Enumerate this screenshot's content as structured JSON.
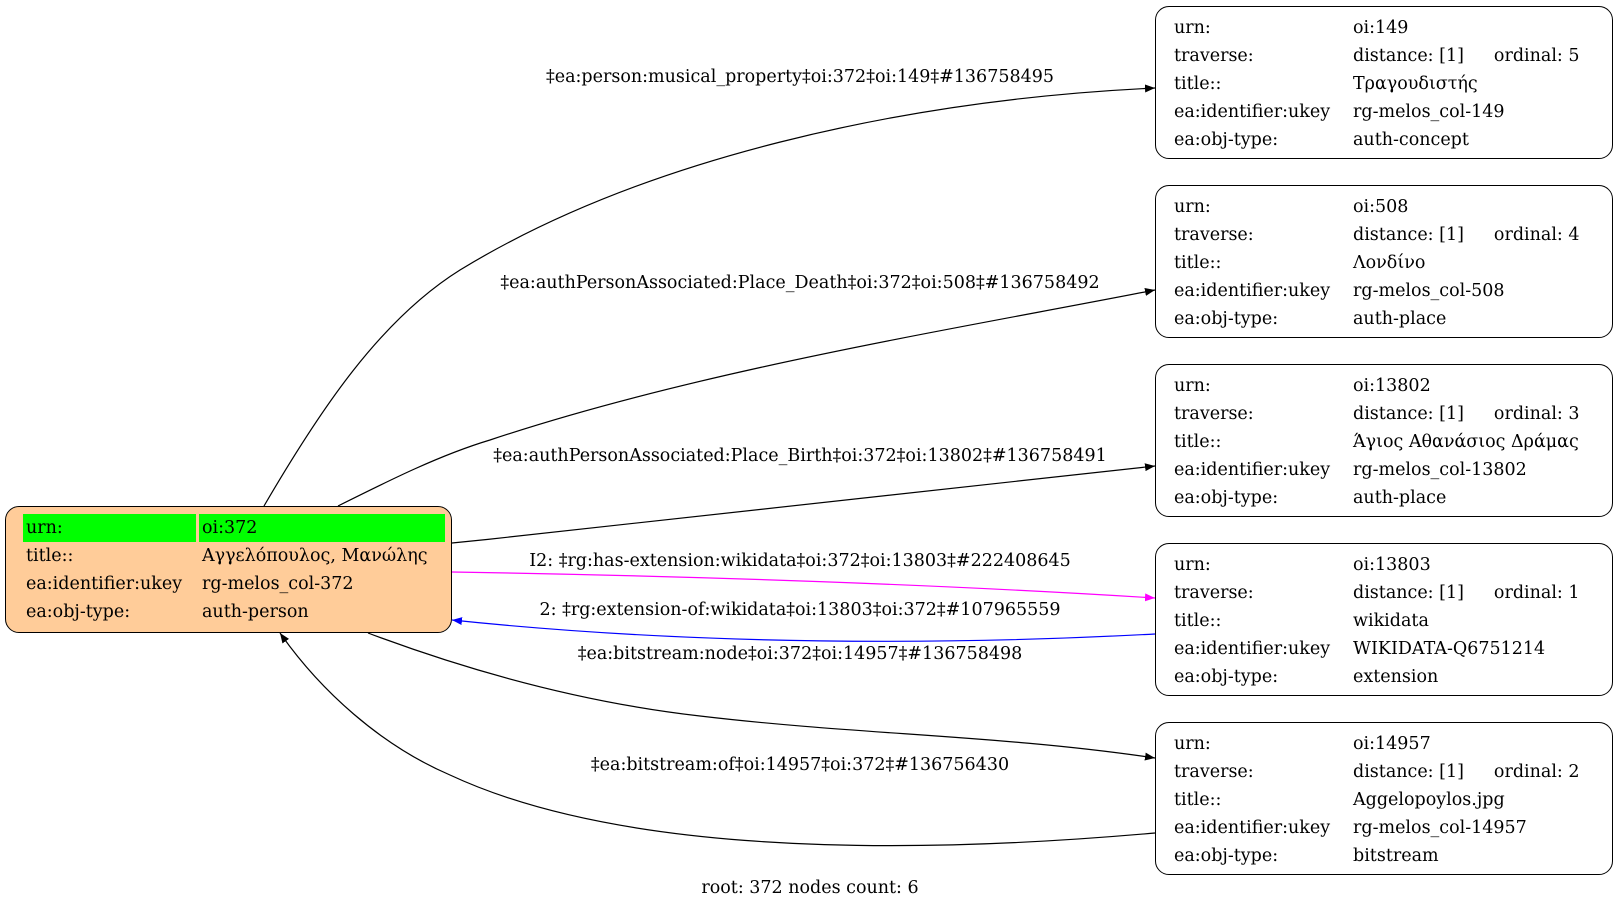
{
  "root_node": {
    "rows": [
      {
        "key": "urn:",
        "value": "oi:372"
      },
      {
        "key": "title::",
        "value": "Αγγελόπουλος, Μανώλης"
      },
      {
        "key": "ea:identifier:ukey",
        "value": "rg-melos_col-372"
      },
      {
        "key": "ea:obj-type:",
        "value": "auth-person"
      }
    ],
    "fill": "#ffcc99",
    "highlight": "#00ff00"
  },
  "nodes": [
    {
      "urn": "oi:149",
      "distance": "distance: [1]",
      "ordinal": "ordinal: 5",
      "title": "Τραγουδιστής",
      "ukey": "rg-melos_col-149",
      "obj_type": "auth-concept"
    },
    {
      "urn": "oi:508",
      "distance": "distance: [1]",
      "ordinal": "ordinal: 4",
      "title": "Λονδίνο",
      "ukey": "rg-melos_col-508",
      "obj_type": "auth-place"
    },
    {
      "urn": "oi:13802",
      "distance": "distance: [1]",
      "ordinal": "ordinal: 3",
      "title": "Άγιος Αθανάσιος Δράμας",
      "ukey": "rg-melos_col-13802",
      "obj_type": "auth-place"
    },
    {
      "urn": "oi:13803",
      "distance": "distance: [1]",
      "ordinal": "ordinal: 1",
      "title": "wikidata",
      "ukey": "WIKIDATA-Q6751214",
      "obj_type": "extension"
    },
    {
      "urn": "oi:14957",
      "distance": "distance: [1]",
      "ordinal": "ordinal: 2",
      "title": "Aggelopoylos.jpg",
      "ukey": "rg-melos_col-14957",
      "obj_type": "bitstream"
    }
  ],
  "row_keys": {
    "urn": "urn:",
    "traverse": "traverse:",
    "title": "title::",
    "ukey": "ea:identifier:ukey",
    "obj_type": "ea:obj-type:"
  },
  "edges": [
    {
      "label": "‡ea:person:musical_property‡oi:372‡oi:149‡#136758495",
      "color": "#000000"
    },
    {
      "label": "‡ea:authPersonAssociated:Place_Death‡oi:372‡oi:508‡#136758492",
      "color": "#000000"
    },
    {
      "label": "‡ea:authPersonAssociated:Place_Birth‡oi:372‡oi:13802‡#136758491",
      "color": "#000000"
    },
    {
      "label": "I2: ‡rg:has-extension:wikidata‡oi:372‡oi:13803‡#222408645",
      "color": "#ff00ff"
    },
    {
      "label": "2: ‡rg:extension-of:wikidata‡oi:13803‡oi:372‡#107965559",
      "color": "#0000ff"
    },
    {
      "label": "‡ea:bitstream:node‡oi:372‡oi:14957‡#136758498",
      "color": "#000000"
    },
    {
      "label": "‡ea:bitstream:of‡oi:14957‡oi:372‡#136756430",
      "color": "#000000"
    }
  ],
  "footer": "root: 372 nodes count: 6"
}
